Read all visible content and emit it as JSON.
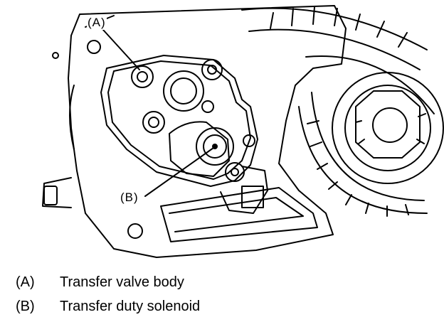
{
  "callouts": {
    "a": "(A)",
    "b": "(B)"
  },
  "legend": [
    {
      "key": "(A)",
      "text": "Transfer valve body"
    },
    {
      "key": "(B)",
      "text": "Transfer duty solenoid"
    }
  ]
}
